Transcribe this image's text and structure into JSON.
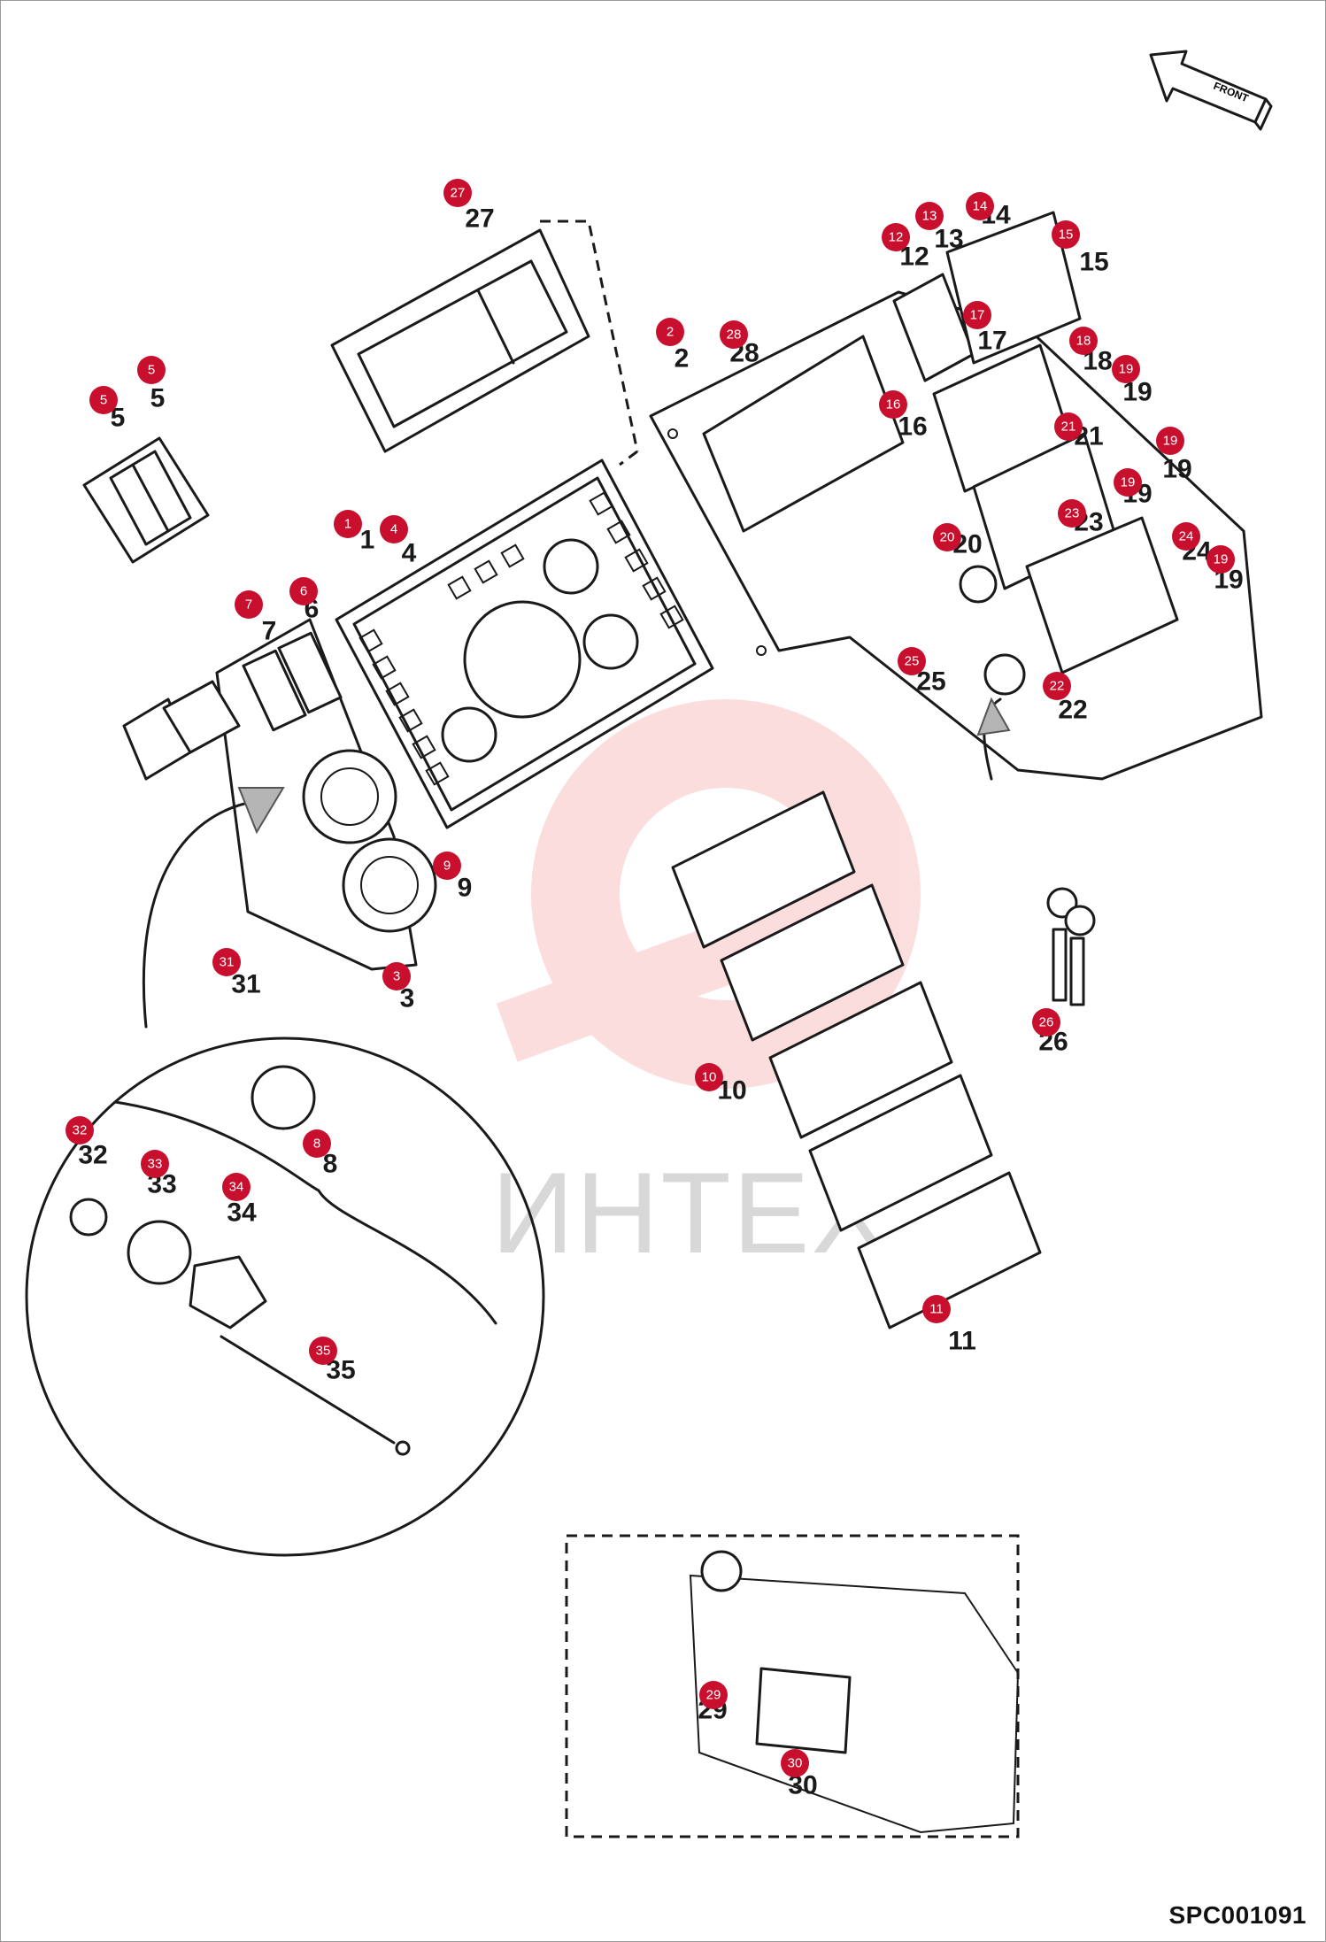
{
  "document": {
    "code": "SPC001091",
    "watermark": "ИНТЕХ",
    "direction_arrow_text": "FRONT"
  },
  "parts": [
    {
      "id": "1",
      "label": "1"
    },
    {
      "id": "2",
      "label": "2"
    },
    {
      "id": "3",
      "label": "3"
    },
    {
      "id": "4",
      "label": "4"
    },
    {
      "id": "5a",
      "label": "5"
    },
    {
      "id": "5b",
      "label": "5"
    },
    {
      "id": "6",
      "label": "6"
    },
    {
      "id": "7",
      "label": "7"
    },
    {
      "id": "8",
      "label": "8"
    },
    {
      "id": "9",
      "label": "9"
    },
    {
      "id": "10",
      "label": "10"
    },
    {
      "id": "11",
      "label": "11"
    },
    {
      "id": "12",
      "label": "12"
    },
    {
      "id": "13",
      "label": "13"
    },
    {
      "id": "14",
      "label": "14"
    },
    {
      "id": "15",
      "label": "15"
    },
    {
      "id": "16",
      "label": "16"
    },
    {
      "id": "17",
      "label": "17"
    },
    {
      "id": "18",
      "label": "18"
    },
    {
      "id": "19a",
      "label": "19"
    },
    {
      "id": "19b",
      "label": "19"
    },
    {
      "id": "19c",
      "label": "19"
    },
    {
      "id": "19d",
      "label": "19"
    },
    {
      "id": "20",
      "label": "20"
    },
    {
      "id": "21",
      "label": "21"
    },
    {
      "id": "22",
      "label": "22"
    },
    {
      "id": "23",
      "label": "23"
    },
    {
      "id": "24",
      "label": "24"
    },
    {
      "id": "25",
      "label": "25"
    },
    {
      "id": "26",
      "label": "26"
    },
    {
      "id": "27",
      "label": "27"
    },
    {
      "id": "28",
      "label": "28"
    },
    {
      "id": "29",
      "label": "29"
    },
    {
      "id": "30",
      "label": "30"
    },
    {
      "id": "31",
      "label": "31"
    },
    {
      "id": "32",
      "label": "32"
    },
    {
      "id": "33",
      "label": "33"
    },
    {
      "id": "34",
      "label": "34"
    },
    {
      "id": "35",
      "label": "35"
    }
  ],
  "colors": {
    "callout": "#c8102e",
    "line": "#1a1a1a",
    "watermark": "#f4c4c4"
  }
}
